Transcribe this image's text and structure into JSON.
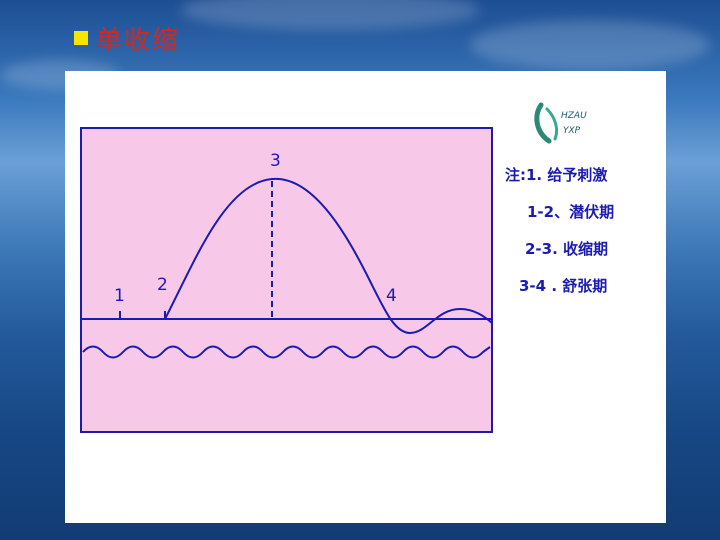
{
  "slide": {
    "title": "单收缩",
    "accent_color": "#d9261c",
    "bullet_color": "#f7e600"
  },
  "logo": {
    "top_text": "HZAU",
    "bottom_text": "YXP"
  },
  "diagram": {
    "point_labels": [
      "1",
      "2",
      "3",
      "4"
    ],
    "box_fill": "#f7c8e8",
    "line_color": "#1b1bb0"
  },
  "notes": [
    "注:1. 给予刺激",
    "1-2、潜伏期",
    "2-3. 收缩期",
    "3-4 . 舒张期"
  ]
}
